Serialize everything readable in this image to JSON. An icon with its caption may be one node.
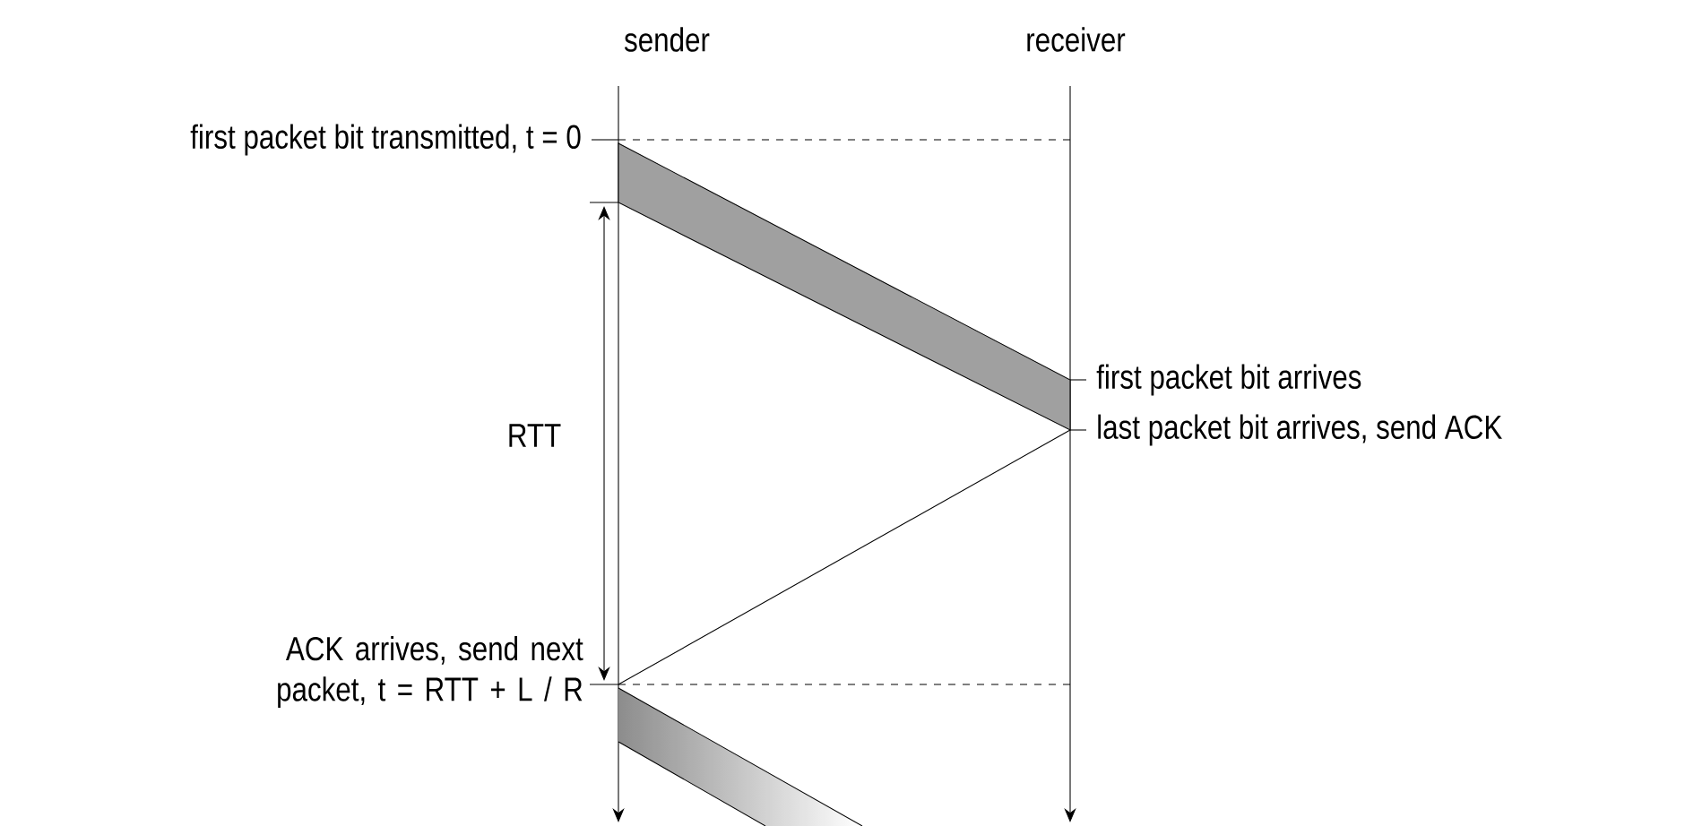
{
  "diagram": {
    "labels": [
      "sender",
      "receiver",
      "first packet bit transmitted, t = 0",
      "RTT",
      "first packet bit arrives",
      "last packet bit arrives, send ACK",
      "ACK arrives, send next packet, t = RTT + L / R"
    ]
  }
}
